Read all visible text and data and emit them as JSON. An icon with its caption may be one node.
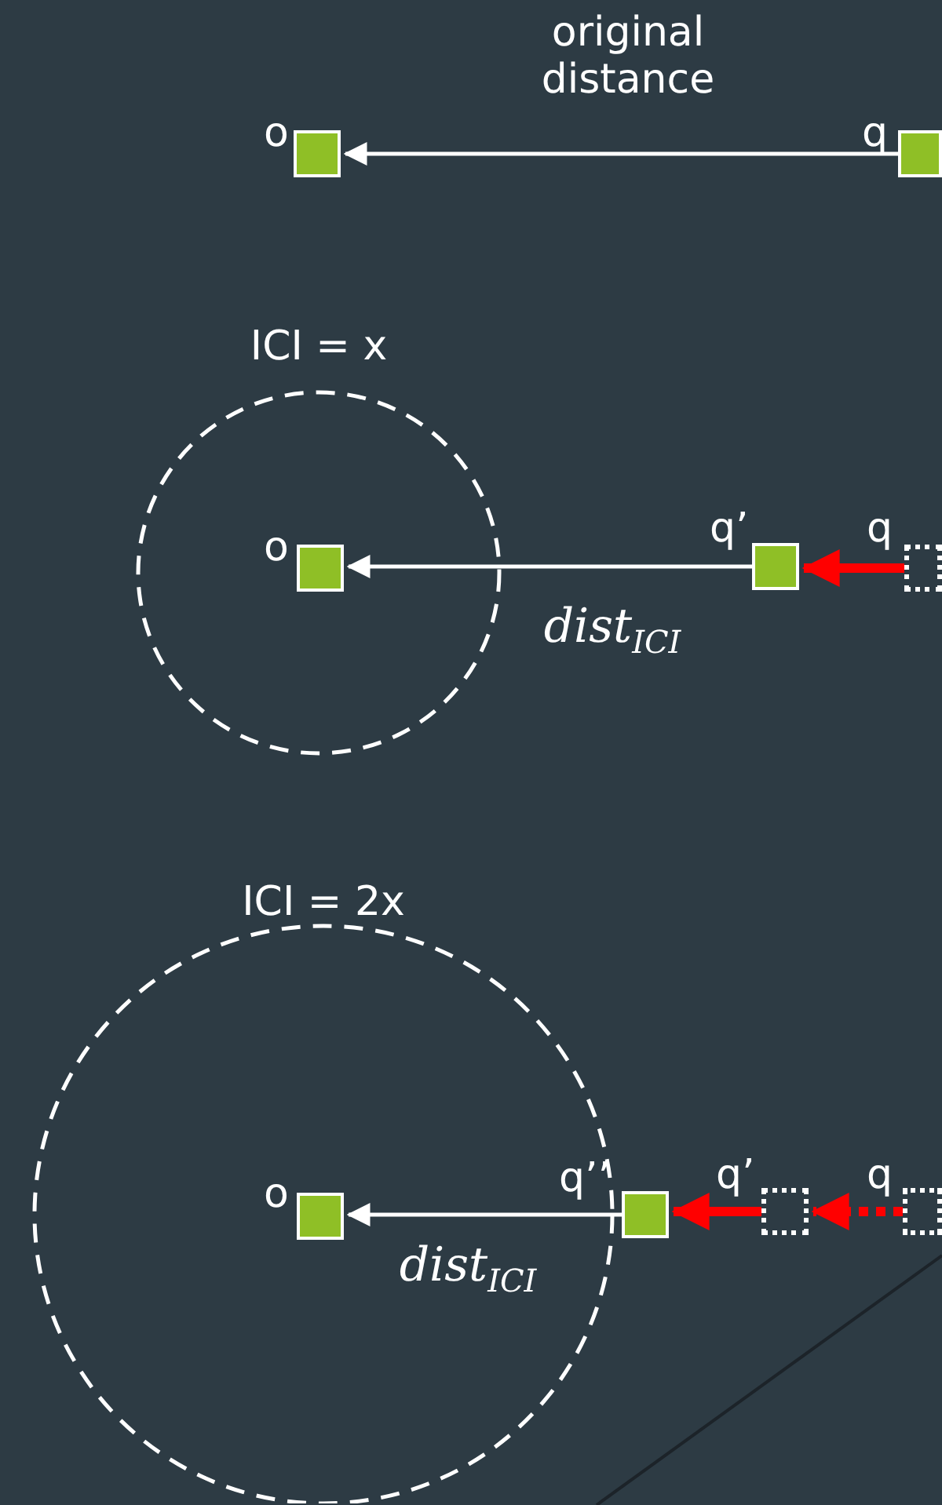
{
  "diagram": {
    "nodes": [
      {
        "text": [],
        "shape": "box",
        "beside": [
          "o"
        ]
      },
      {
        "text": [],
        "shape": "box",
        "beside": [
          "q"
        ]
      },
      {
        "text": [
          "ICI = x"
        ]
      },
      {
        "text": [],
        "shape": "box",
        "beside": [
          "o"
        ],
        "in": 2
      },
      {
        "text": [],
        "shape": "box",
        "beside": [
          "q’"
        ]
      },
      {
        "text": [],
        "shape": "box",
        "beside": [
          "q"
        ]
      },
      {
        "text": [
          "ICI = 2x"
        ]
      },
      {
        "text": [],
        "shape": "box",
        "beside": [
          "o"
        ],
        "in": 6
      },
      {
        "text": [],
        "shape": "box",
        "beside": [
          "q’’"
        ]
      },
      {
        "text": [],
        "shape": "box",
        "beside": [
          "q’"
        ]
      },
      {
        "text": [],
        "shape": "box",
        "beside": [
          "q"
        ]
      }
    ],
    "edges": [
      {
        "from": 1,
        "to": 0,
        "arrow": "to",
        "label": "original distance"
      },
      {
        "from": 4,
        "to": 3,
        "arrow": "to",
        "label": "dist$_{ICI}$"
      },
      {
        "from": 5,
        "to": 4,
        "arrow": "to",
        "style": "thick",
        "color": "#ff0000"
      },
      {
        "from": 8,
        "to": 7,
        "arrow": "to",
        "label": "dist$_{ICI}$"
      },
      {
        "from": 9,
        "to": 8,
        "arrow": "to",
        "style": "thick",
        "color": "#ff0000"
      },
      {
        "from": 10,
        "to": 9,
        "arrow": "to",
        "style": "dashed",
        "color": "#ff0000"
      }
    ]
  }
}
